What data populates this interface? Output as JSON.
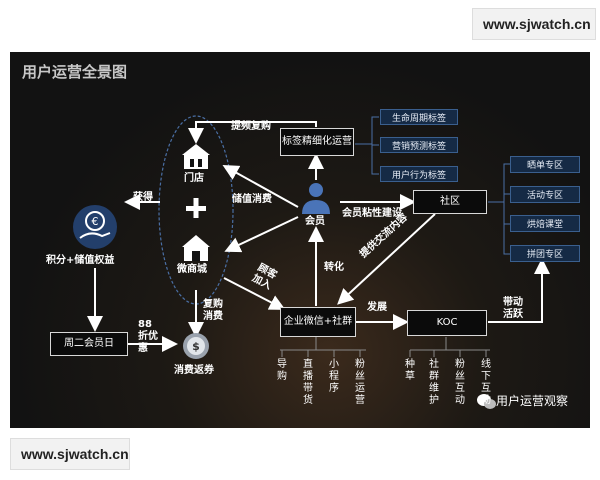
{
  "watermark_top": "www.sjwatch.cn",
  "watermark_bottom": "www.sjwatch.cn",
  "title": "用户运营全景图",
  "nodes": {
    "store": "门店",
    "mall": "微商城",
    "plus": "+",
    "member": "会员",
    "tag_refine": "标签精细化运营",
    "community": "社区",
    "wecom": "企业微信+社群",
    "koc": "KOC",
    "member_day": "周二会员日",
    "rights": "积分+储值权益",
    "coupon": "消费返券"
  },
  "tags": [
    "生命周期标签",
    "营销预测标签",
    "用户行为标签"
  ],
  "zones": [
    "晒单专区",
    "活动专区",
    "烘焙课堂",
    "拼团专区"
  ],
  "labels": {
    "raise_rebuy": "提频复购",
    "obtain": "获得",
    "stored_consume": "储值消费",
    "stickiness": "会员粘性建设",
    "provide_content": "提供交流内容",
    "guide_join": "顾客加入",
    "rebuy_consume": "复购消费",
    "discount": "88折优惠",
    "convert": "转化",
    "develop": "发展",
    "drive_active": "带动活跃"
  },
  "wecom_leaves": [
    "导购",
    "直播带货",
    "小程序",
    "粉丝运营"
  ],
  "koc_leaves": [
    "种草",
    "社群维护",
    "粉丝互动",
    "线下互动"
  ],
  "brand": "用户运营观察"
}
